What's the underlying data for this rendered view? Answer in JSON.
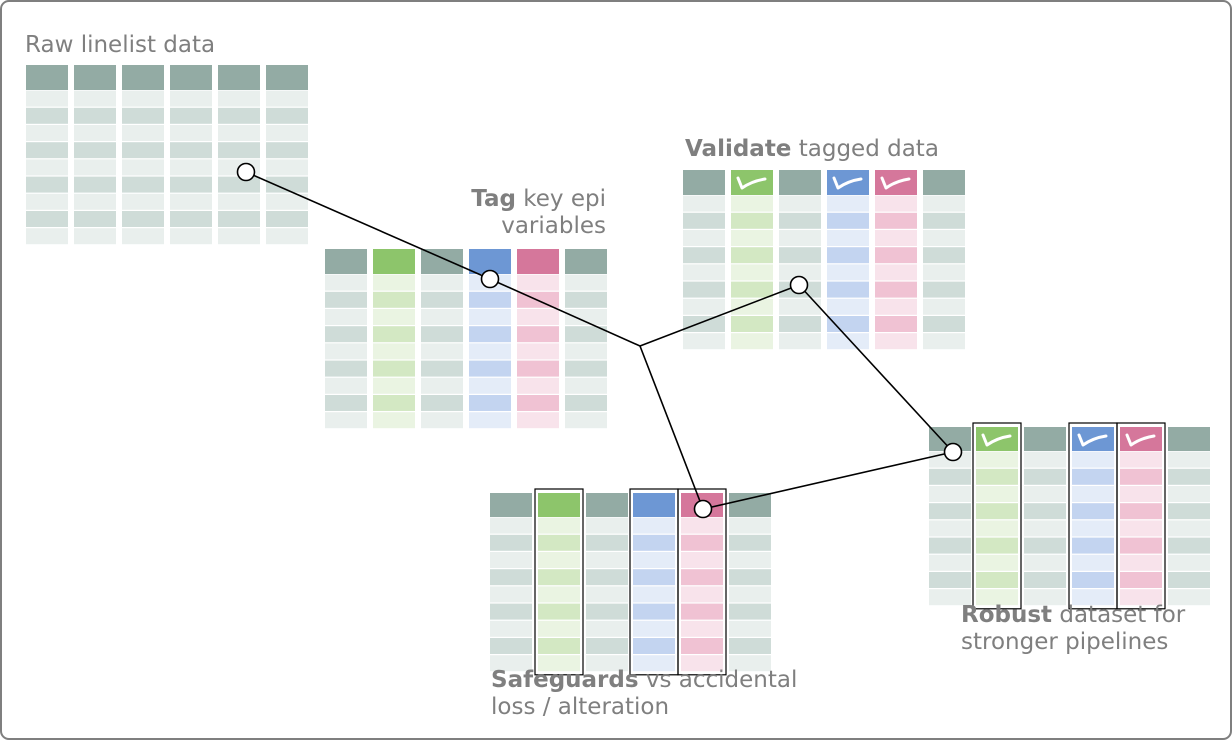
{
  "labels": {
    "raw": {
      "text": "Raw linelist data"
    },
    "tag": {
      "bold": "Tag",
      "line1": " key epi",
      "line2": "variables"
    },
    "validate": {
      "bold": "Validate",
      "rest": " tagged data"
    },
    "safeguards": {
      "bold": "Safeguards",
      "line1": " vs accidental",
      "line2": "loss / alteration"
    },
    "robust": {
      "bold": "Robust",
      "line1": " dataset for",
      "line2": "stronger pipelines"
    }
  },
  "colors": {
    "border": "#7f7f7f",
    "label_text": "#7f7f7f",
    "neutral_header": "#93aba4",
    "neutral_row_dark": "#cfdcd8",
    "neutral_row_light": "#e9efed",
    "green_header": "#8dc56b",
    "green_row_dark": "#d3e8c3",
    "green_row_light": "#eaf4e2",
    "blue_header": "#6d97d4",
    "blue_row_dark": "#c3d4f0",
    "blue_row_light": "#e4ecf8",
    "pink_header": "#d5779b",
    "pink_row_dark": "#f0c2d3",
    "pink_row_light": "#f8e3eb",
    "connector": "#000000",
    "checkmark": "#ffffff"
  },
  "tables": [
    {
      "id": "raw",
      "columns": [
        "neutral",
        "neutral",
        "neutral",
        "neutral",
        "neutral",
        "neutral"
      ],
      "checked": [],
      "boxed": []
    },
    {
      "id": "tag",
      "columns": [
        "neutral",
        "green",
        "neutral",
        "blue",
        "pink",
        "neutral"
      ],
      "checked": [],
      "boxed": []
    },
    {
      "id": "validate",
      "columns": [
        "neutral",
        "green",
        "neutral",
        "blue",
        "pink",
        "neutral"
      ],
      "checked": [
        1,
        3,
        4
      ],
      "boxed": []
    },
    {
      "id": "safeguard",
      "columns": [
        "neutral",
        "green",
        "neutral",
        "blue",
        "pink",
        "neutral"
      ],
      "checked": [],
      "boxed": [
        1,
        3,
        4
      ]
    },
    {
      "id": "robust",
      "columns": [
        "neutral",
        "green",
        "neutral",
        "blue",
        "pink",
        "neutral"
      ],
      "checked": [
        1,
        3,
        4
      ],
      "boxed": [
        1,
        3,
        4
      ]
    }
  ]
}
